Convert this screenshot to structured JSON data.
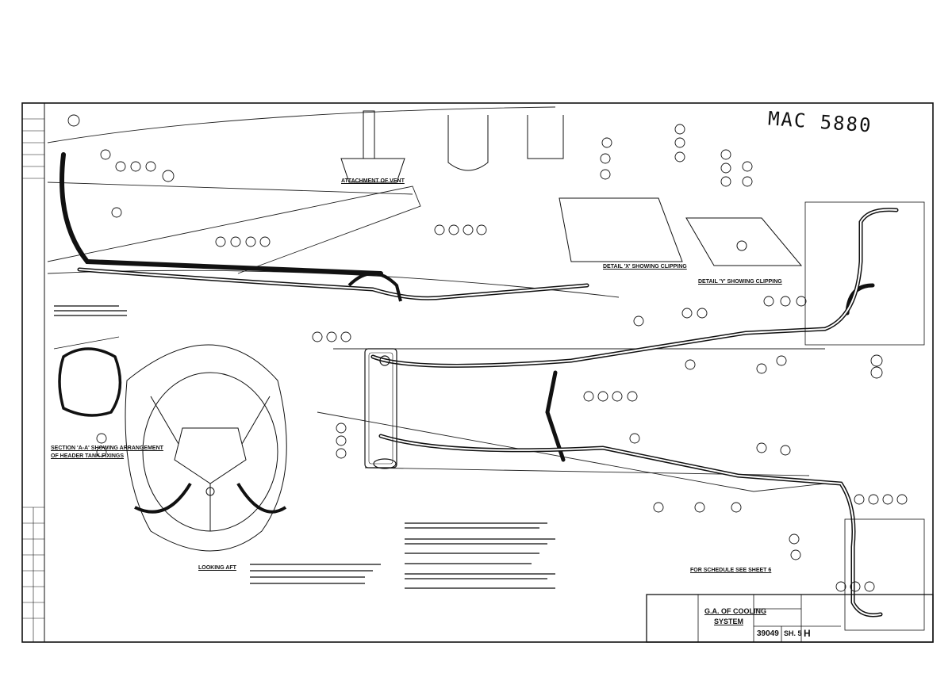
{
  "drawing": {
    "handwritten_ref": "MAC 5880",
    "title_line1": "G.A. OF COOLING",
    "title_line2": "SYSTEM",
    "drawing_number": "39049",
    "sheet": "SH. 5",
    "revision": "H",
    "captions": {
      "section_aa_1": "SECTION 'A-A' SHOWING ARRANGEMENT",
      "section_aa_2": "OF HEADER TANK FIXINGS",
      "looking_aft": "LOOKING AFT",
      "attachment": "ATTACHMENT OF VENT",
      "detail_x": "DETAIL 'X' SHOWING CLIPPING",
      "detail_y": "DETAIL 'Y' SHOWING CLIPPING",
      "schedule": "FOR SCHEDULE SEE SHEET 6"
    }
  },
  "colors": {
    "ink": "#111111",
    "paper": "#ffffff"
  }
}
